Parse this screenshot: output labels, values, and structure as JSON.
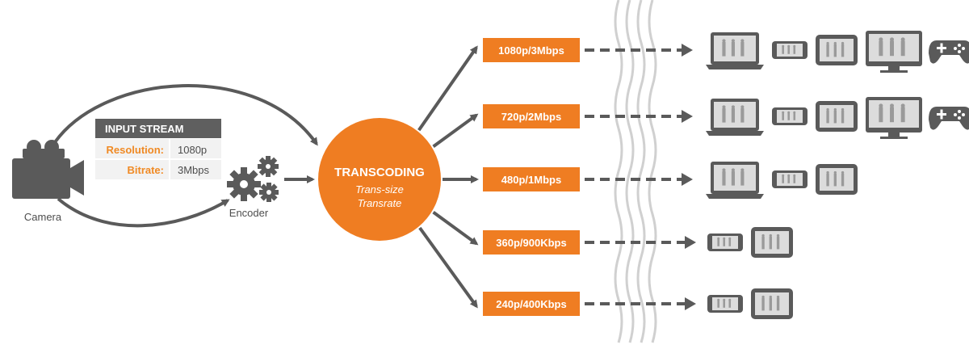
{
  "camera": {
    "label": "Camera"
  },
  "encoder": {
    "label": "Encoder"
  },
  "input_stream": {
    "title": "INPUT STREAM",
    "rows": [
      {
        "key": "Resolution:",
        "value": "1080p"
      },
      {
        "key": "Bitrate:",
        "value": "3Mbps"
      }
    ]
  },
  "transcoding": {
    "title": "TRANSCODING",
    "lines": [
      "Trans-size",
      "Transrate"
    ]
  },
  "outputs": [
    {
      "label": "1080p/3Mbps",
      "devices": [
        "laptop",
        "phone",
        "tablet",
        "tv",
        "gamepad"
      ]
    },
    {
      "label": "720p/2Mbps",
      "devices": [
        "laptop",
        "phone",
        "tablet",
        "tv",
        "gamepad"
      ]
    },
    {
      "label": "480p/1Mbps",
      "devices": [
        "laptop",
        "phone",
        "tablet"
      ]
    },
    {
      "label": "360p/900Kbps",
      "devices": [
        "phone",
        "tablet"
      ]
    },
    {
      "label": "240p/400Kbps",
      "devices": [
        "phone",
        "tablet"
      ]
    }
  ],
  "colors": {
    "orange": "#ef7d22",
    "dark": "#4d4d4d",
    "gray": "#5a5a5a",
    "light_gray": "#c8c8c8",
    "table_label": "#f08a24"
  }
}
